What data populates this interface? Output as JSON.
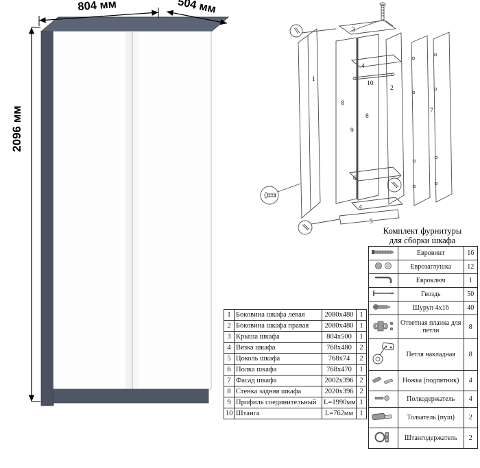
{
  "wardrobe": {
    "width_label": "804 мм",
    "depth_label": "504 мм",
    "height_label": "2096 мм",
    "colors": {
      "side_panel": "#49525e",
      "top_panel": "#5b6575",
      "plinth": "#4e5864",
      "doors": "#fdfdfd"
    }
  },
  "exploded": {
    "labels": {
      "p1": "1",
      "p2": "2",
      "p3": "3",
      "p4": "4",
      "p5": "5",
      "p6": "6",
      "p7": "7",
      "p8": "8",
      "p9": "9",
      "p10": "10"
    }
  },
  "parts": {
    "rows": [
      {
        "num": "1",
        "name": "Боковина шкафа левая",
        "size": "2080x480",
        "qty": "1"
      },
      {
        "num": "2",
        "name": "Боковина шкафа правая",
        "size": "2080x480",
        "qty": "1"
      },
      {
        "num": "3",
        "name": "Крыша шкафа",
        "size": "804x500",
        "qty": "1"
      },
      {
        "num": "4",
        "name": "Вязка шкафа",
        "size": "768x480",
        "qty": "2"
      },
      {
        "num": "5",
        "name": "Цоколь шкафа",
        "size": "768x74",
        "qty": "2"
      },
      {
        "num": "6",
        "name": "Полка шкафа",
        "size": "768x470",
        "qty": "1"
      },
      {
        "num": "7",
        "name": "Фасад шкафа",
        "size": "2002x396",
        "qty": "2"
      },
      {
        "num": "8",
        "name": "Стенка задняя шкафа",
        "size": "2020x396",
        "qty": "2"
      },
      {
        "num": "9",
        "name": "Профиль соединительный",
        "size": "L=1990мм",
        "qty": "1"
      },
      {
        "num": "10",
        "name": "Штанга",
        "size": "L=762мм",
        "qty": "1"
      }
    ]
  },
  "hardware_kit": {
    "title_line1": "Комплект фурнитуры",
    "title_line2": "для сборки шкафа",
    "items": [
      {
        "icon": "euro-screw",
        "name": "Евровинт",
        "qty": "16"
      },
      {
        "icon": "euro-plug",
        "name": "Еврозаглушка",
        "qty": "12"
      },
      {
        "icon": "euro-key",
        "name": "Евроключ",
        "qty": "1"
      },
      {
        "icon": "nail",
        "name": "Гвоздь",
        "qty": "50"
      },
      {
        "icon": "screw-4x16",
        "name": "Шуруп 4x16",
        "qty": "40"
      },
      {
        "icon": "hinge-plate",
        "name": "Ответная планка для петли",
        "qty": "8"
      },
      {
        "icon": "overlay-hinge",
        "name": "Петля накладная",
        "qty": "8"
      },
      {
        "icon": "foot",
        "name": "Ножка (подпятник)",
        "qty": "4"
      },
      {
        "icon": "shelf-holder",
        "name": "Полкодержатель",
        "qty": "4"
      },
      {
        "icon": "push-latch",
        "name": "Толкатель (пуш)",
        "qty": "2"
      },
      {
        "icon": "rod-holder",
        "name": "Штангодержатель",
        "qty": "2"
      }
    ]
  }
}
